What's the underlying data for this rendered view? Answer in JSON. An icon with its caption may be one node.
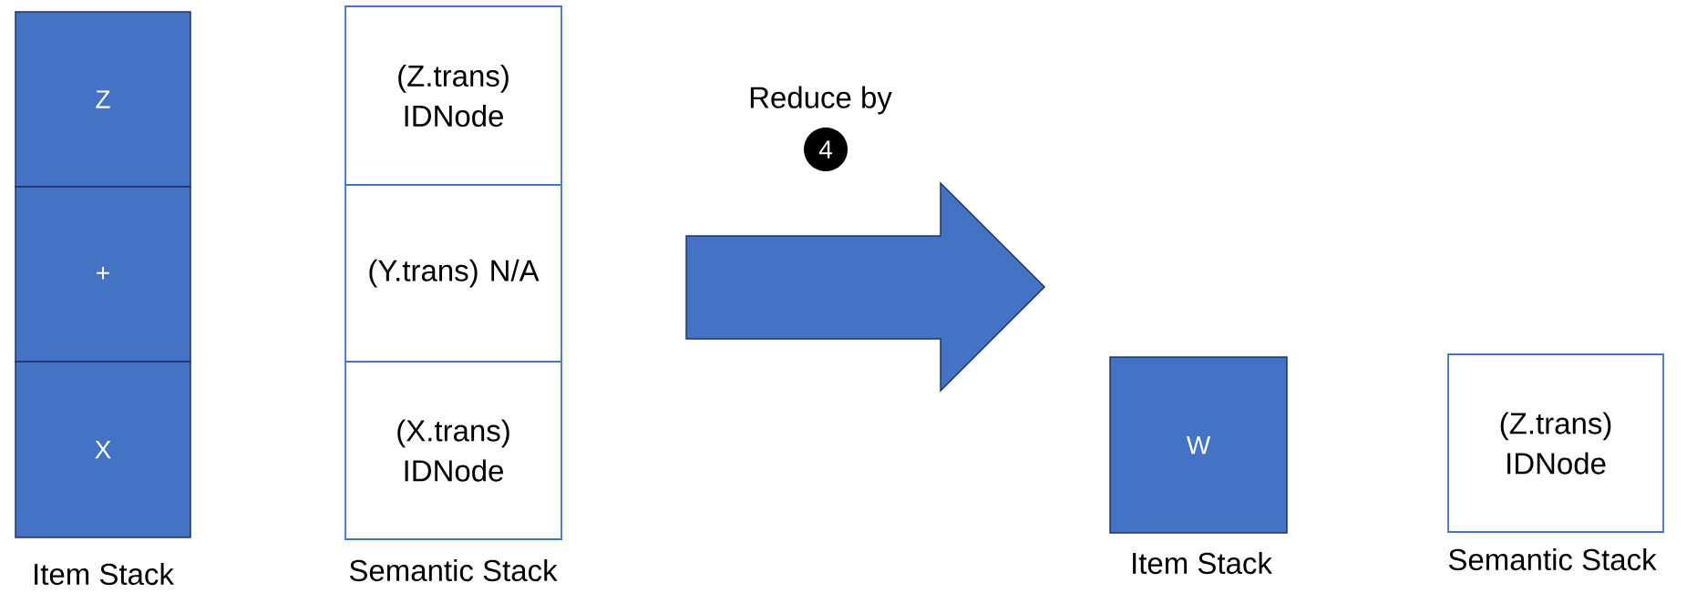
{
  "diagram": {
    "nodes": [
      {
        "text": [
          "Z"
        ]
      },
      {
        "text": [
          "+"
        ]
      },
      {
        "text": [
          "X"
        ]
      },
      {
        "text": [
          "(Z.trans) IDNode"
        ]
      },
      {
        "text": [
          "(Y.trans) N/A"
        ]
      },
      {
        "text": [
          "(X.trans) IDNode"
        ]
      },
      {
        "text": [
          "W"
        ]
      },
      {
        "text": [
          "(Z.trans) IDNode"
        ]
      }
    ],
    "labels": [
      "Item Stack",
      "Semantic Stack",
      "Reduce by",
      "4",
      "Item Stack",
      "Semantic Stack"
    ]
  }
}
